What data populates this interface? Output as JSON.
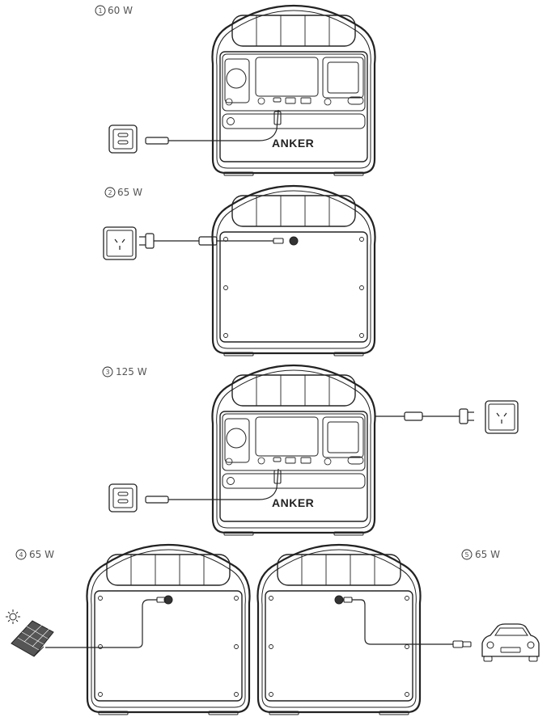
{
  "scenarios": [
    {
      "number": "1",
      "watts": "60 W"
    },
    {
      "number": "2",
      "watts": "65 W"
    },
    {
      "number": "3",
      "watts": "125 W"
    },
    {
      "number": "4",
      "watts": "65 W"
    },
    {
      "number": "5",
      "watts": "65 W"
    }
  ],
  "brand": "ANKER",
  "icons": {
    "usb_c_charger": "usb-c-wall-charger-icon",
    "ac_outlet": "ac-wall-outlet-icon",
    "solar": "solar-panel-icon",
    "sun": "sun-icon",
    "car": "car-icon"
  }
}
